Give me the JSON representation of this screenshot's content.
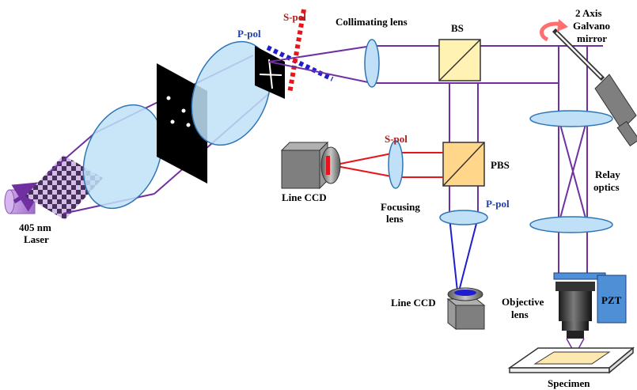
{
  "labels": {
    "laser": [
      "405 nm",
      "Laser"
    ],
    "p_pol_top": "P-pol",
    "s_pol_top": "S-pol",
    "collimating_lens": "Collimating lens",
    "bs": "BS",
    "galvano": [
      "2 Axis",
      "Galvano",
      "mirror"
    ],
    "s_pol_mid": "S-pol",
    "pbs": "PBS",
    "relay": [
      "Relay",
      "optics"
    ],
    "line_ccd_left": "Line CCD",
    "focusing_lens": [
      "Focusing",
      "lens"
    ],
    "p_pol_mid": "P-pol",
    "line_ccd_bottom": "Line CCD",
    "objective": [
      "Objective",
      "lens"
    ],
    "pzt": "PZT",
    "specimen": "Specimen"
  },
  "colors": {
    "beam": "#7030a0",
    "s_beam": "#e8141b",
    "p_beam": "#1f1fcf",
    "lens_fill": "#bfe0f7",
    "lens_stroke": "#2e75b6",
    "p_pol_text": "#1f3fb0",
    "s_pol_text": "#b01c1c",
    "cube_fill": "#fff2b3",
    "pzt_fill": "#4f8fd6",
    "specimen_fill": "#fde8b0"
  },
  "icons": [
    "laser-source",
    "checkerboard-mask",
    "pinhole-mask",
    "cross-mask",
    "ccd-camera",
    "galvano-mirror",
    "objective-lens",
    "pzt-stage",
    "specimen-slide",
    "rotation-arrow-icon"
  ]
}
